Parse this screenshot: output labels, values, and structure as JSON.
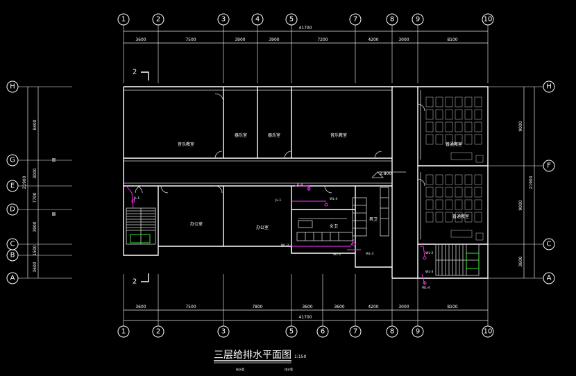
{
  "title": "三层给排水平面图",
  "scale": "1:150",
  "legend": [
    "给水管",
    "排水管"
  ],
  "cols_top": [
    "1",
    "2",
    "3",
    "4",
    "5",
    "7",
    "8",
    "9",
    "10"
  ],
  "cols_bottom": [
    "1",
    "2",
    "3",
    "5",
    "6",
    "7",
    "8",
    "9",
    "10"
  ],
  "rows_left": [
    "H",
    "G",
    "E",
    "D",
    "C",
    "B",
    "A"
  ],
  "rows_right": [
    "H",
    "F",
    "C",
    "A"
  ],
  "dims_top": [
    "3600",
    "7500",
    "3900",
    "3900",
    "7200",
    "4200",
    "3000",
    "8100"
  ],
  "dims_bottom": [
    "3600",
    "7500",
    "7800",
    "3600",
    "3600",
    "4200",
    "3000",
    "8100"
  ],
  "overall": "41700",
  "left_dims": [
    "8400",
    "3000",
    "7700",
    "3900",
    "1500",
    "3600"
  ],
  "left_total": "21900",
  "right_dims": [
    "9000",
    "9000",
    "3600"
  ],
  "right_total": "21900",
  "section_mark": "2",
  "elevation": "2.800",
  "rooms": {
    "r1": "音乐教室",
    "r2": "器乐室",
    "r3": "器乐室",
    "r4": "音乐教室",
    "r5": "普通教室",
    "r6": "办公室",
    "r7": "办公室",
    "r8": "普通教室",
    "r9": "女卫",
    "r10": "男卫"
  },
  "pipes": [
    "JL-1",
    "JL-4",
    "JL-1",
    "WL-4",
    "WL-2",
    "WL-1",
    "WL-3",
    "WL-2",
    "WL-3",
    "WL-4"
  ]
}
